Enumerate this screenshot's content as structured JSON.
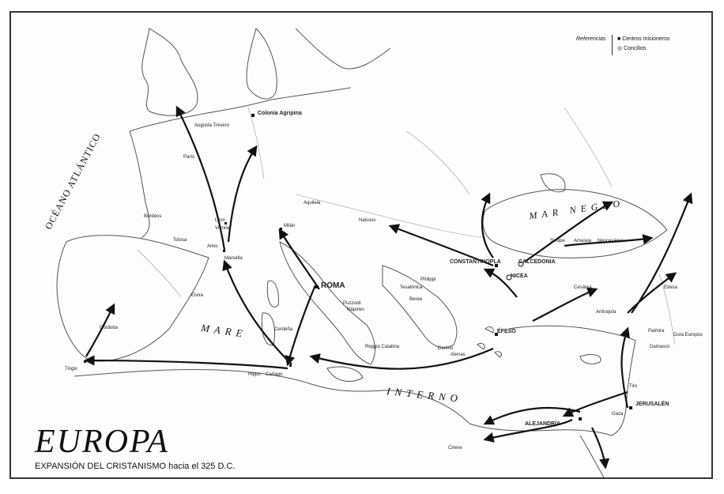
{
  "title": "EUROPA",
  "subtitle": "EXPANSIÓN DEL CRISTANISMO hacia el 325 D.C.",
  "legend": {
    "heading": "Referencias",
    "items": [
      {
        "symbol": "■",
        "label": "Centros misioneros"
      },
      {
        "symbol": "◎",
        "label": "Concilios"
      }
    ]
  },
  "seas": {
    "ocean": "OCÉANO ATLÁNTICO",
    "black_sea": "MAR NEGRO",
    "mare": "MARE",
    "interno": "INTERNO"
  },
  "places": {
    "colonia": "Colonia Agripina",
    "augusta": "Augusta Trevero",
    "paris": "París",
    "lyon": "Lyon",
    "vienne": "Vienne",
    "arles": "Arles",
    "marsella": "Marsella",
    "tolosa": "Tolosa",
    "burdeos": "Burdeos",
    "milan": "Milán",
    "aquileia": "Aquileia",
    "roma": "ROMA",
    "puzzuoli": "Puzzuoli",
    "napoles": "Nápoles",
    "cerdena": "Cerdeña",
    "cartago": "Cartago",
    "hippo": "Hippo",
    "tingis": "Tingis",
    "cordoba": "Córdoba",
    "elvira": "Elvira",
    "constantinopla": "CONSTANTINOPLA",
    "calcedonia": "CALCEDONIA",
    "nicea": "NICEA",
    "efeso": "ÉFESO",
    "tesalonica": "Tesalónica",
    "filipos": "Philippi",
    "berea": "Berea",
    "corinto": "Corinto",
    "atenas": "Atenas",
    "naissus": "Naissus",
    "sinope": "Sinope",
    "amasea": "Amasea",
    "neocesarea": "Neocesárea",
    "cesarea": "Cesárea",
    "antioquia": "Antioquía",
    "edesa": "Edesa",
    "damasco": "Damasco",
    "jerusalen": "JERUSALÉN",
    "alejandria": "ALEJANDRÍA",
    "cirene": "Cirene",
    "gaza": "Gaza",
    "tiro": "Tiro",
    "palmira": "Palmira",
    "dura": "Dura Europos",
    "roma_subtitle": "Reggio Calabria"
  }
}
